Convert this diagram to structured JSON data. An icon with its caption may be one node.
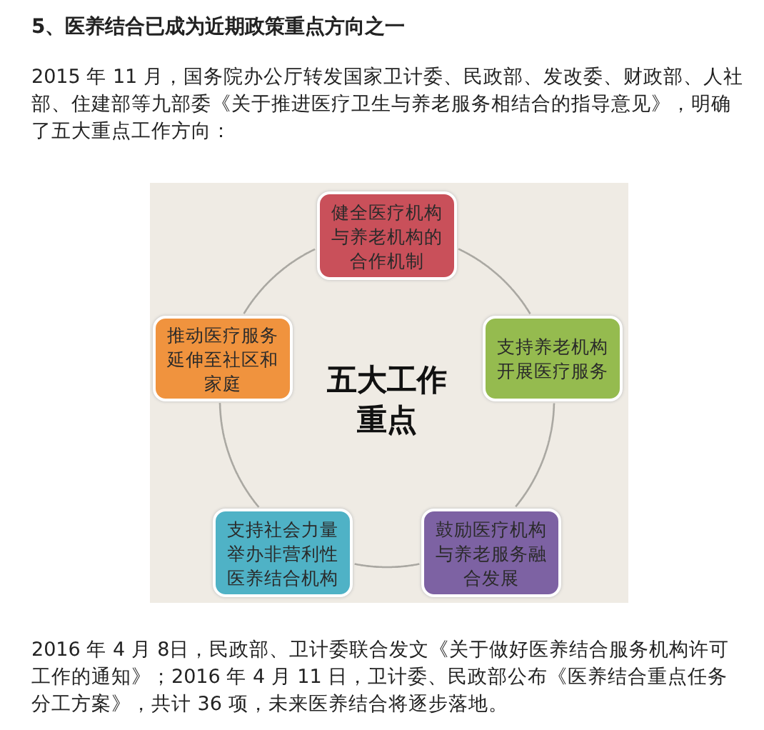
{
  "diagram": {
    "title": "5、医养结合已成为近期政策重点方向之一",
    "nodes": [
      {
        "text": [
          "健全医疗机构与养老机构的合作机制"
        ]
      },
      {
        "text": [
          "推动医疗服务延伸至社区和家庭"
        ]
      },
      {
        "text": [
          "支持养老机构开展医疗服务"
        ]
      },
      {
        "text": [
          "支持社会力量举办非营利性医养结合机构"
        ]
      },
      {
        "text": [
          "鼓励医疗机构与养老服务融合发展"
        ]
      }
    ],
    "edges": [
      {
        "from": 0,
        "to": 2,
        "arrow": "none"
      },
      {
        "from": 2,
        "to": 4,
        "arrow": "none"
      },
      {
        "from": 4,
        "to": 3,
        "arrow": "none"
      },
      {
        "from": 3,
        "to": 1,
        "arrow": "none"
      },
      {
        "from": 1,
        "to": 0,
        "arrow": "none"
      }
    ],
    "labels": [
      "2015 年 11 月，国务院办公厅转发国家卫计委、民政部、发改委、财政部、人社部、住建部等九部委《关于推进医疗卫生与养老服务相结合的指导意见》，明确了五大重点工作方向：",
      "五大工作重点",
      "2016 年 4 月 8日，民政部、卫计委联合发文《关于做好医养结合服务机构许可工作的通知》；2016 年 4 月 11 日，卫计委、民政部公布《医养结合重点任务分工方案》，共计 36 项，未来医养结合将逐步落地。"
    ]
  }
}
